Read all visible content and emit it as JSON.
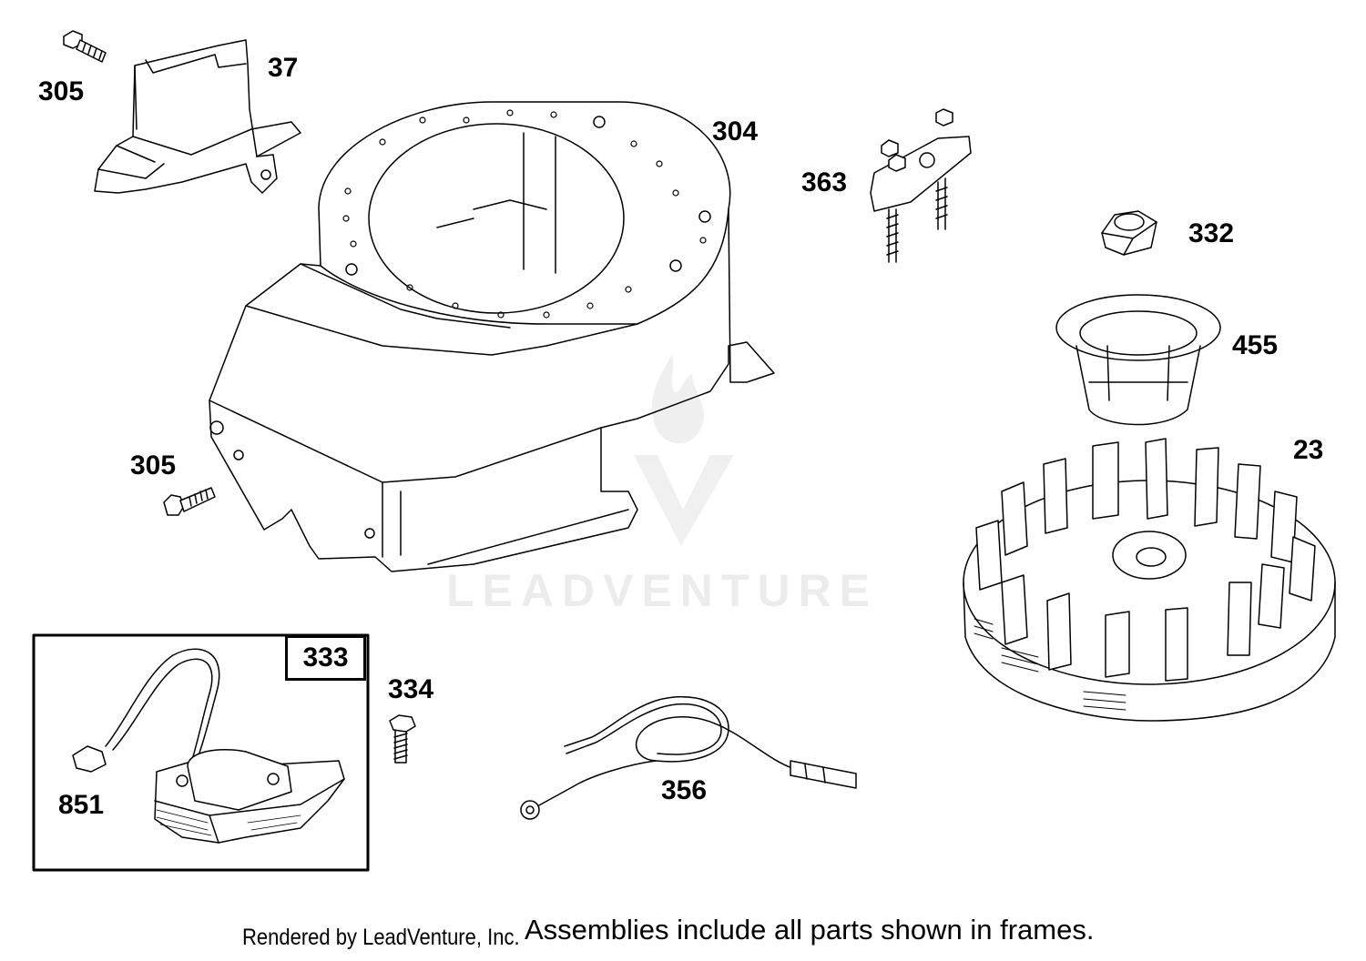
{
  "callouts": {
    "c305a": "305",
    "c37": "37",
    "c304": "304",
    "c363": "363",
    "c332": "332",
    "c455": "455",
    "c23": "23",
    "c305b": "305",
    "c333": "333",
    "c334": "334",
    "c356": "356",
    "c851": "851"
  },
  "watermark": {
    "text": "LEADVENTURE",
    "icon": "flame-v-logo-icon"
  },
  "footer": {
    "rendered_by": "Rendered by LeadVenture, Inc.",
    "note": "Assemblies include all parts shown in frames."
  },
  "colors": {
    "line": "#000000",
    "background": "#ffffff",
    "watermark": "#e8e8e8"
  }
}
